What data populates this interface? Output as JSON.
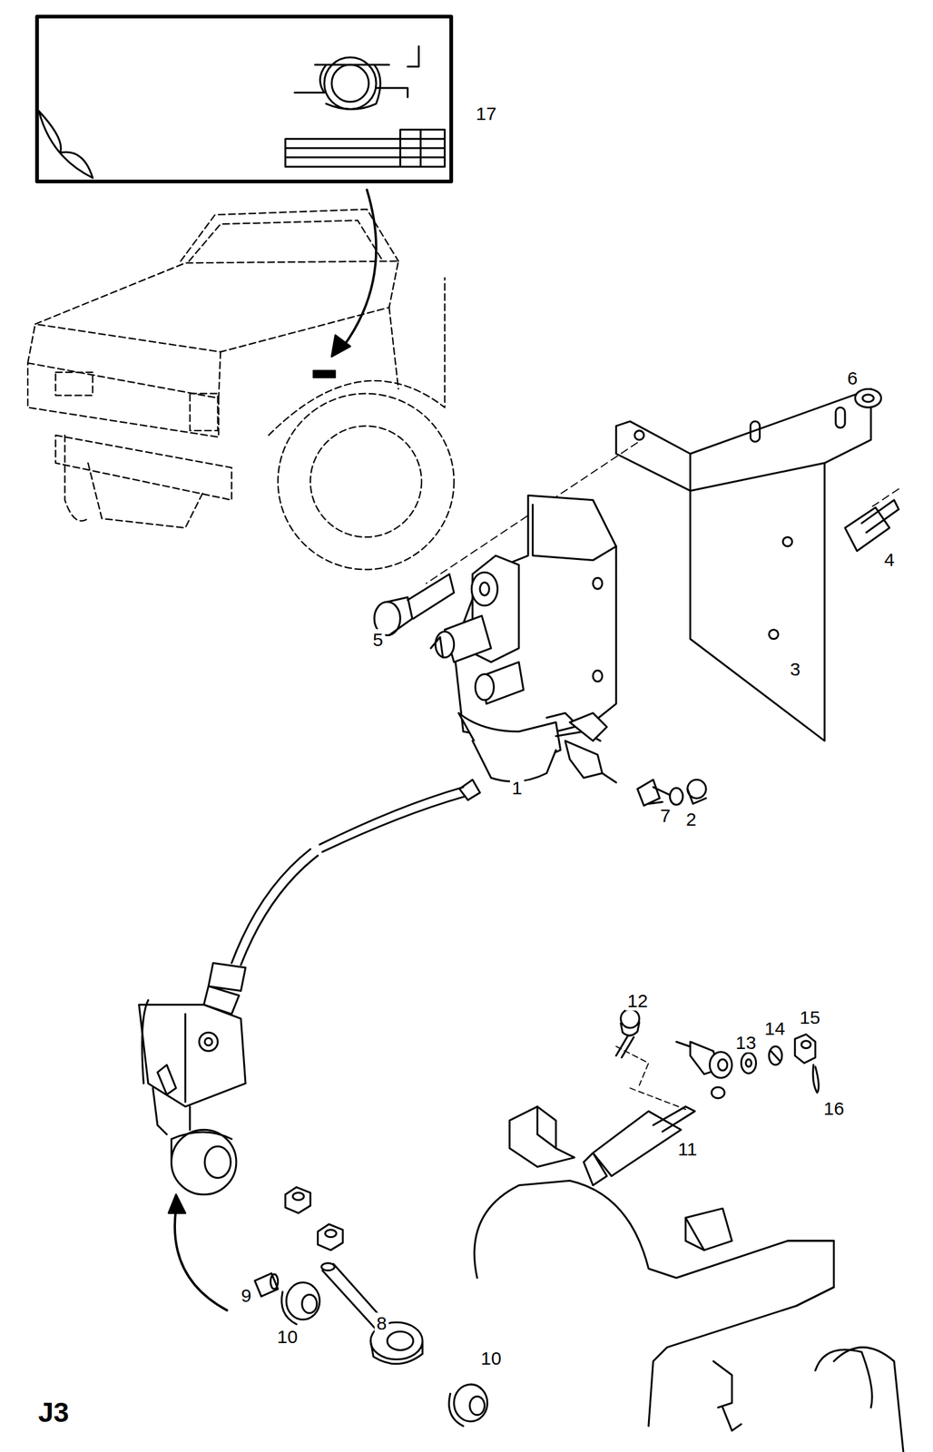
{
  "diagram": {
    "labels": [
      "17",
      "6",
      "4",
      "5",
      "3",
      "1",
      "7",
      "2",
      "12",
      "13",
      "14",
      "15",
      "16",
      "11",
      "9",
      "10",
      "8",
      "10",
      "J3"
    ]
  }
}
